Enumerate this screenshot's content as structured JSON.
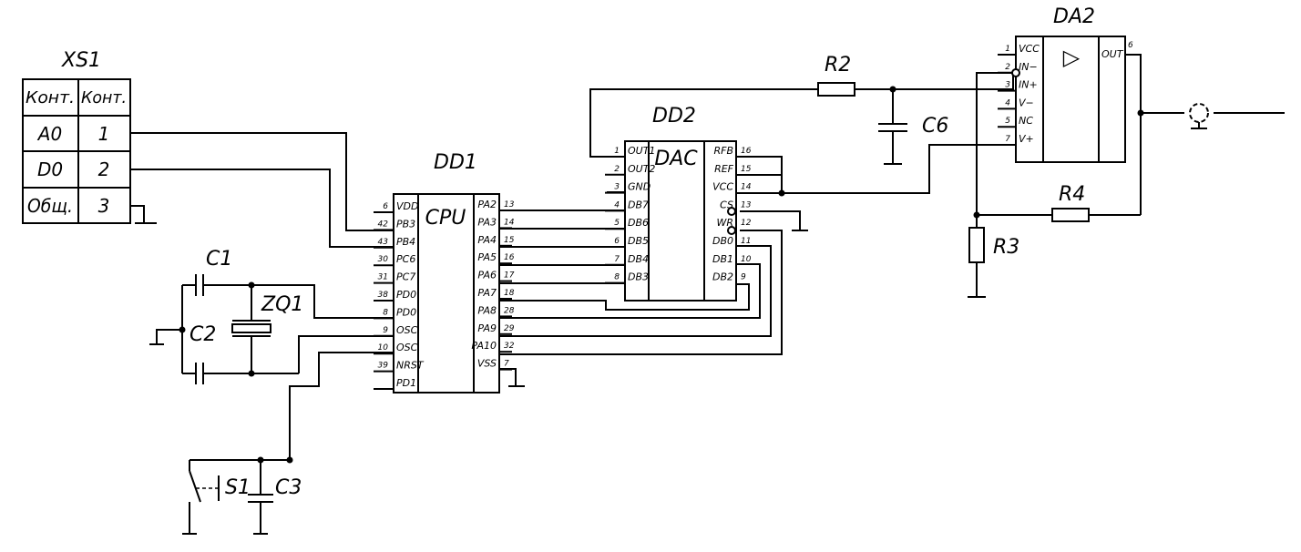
{
  "xs1": {
    "ref": "XS1",
    "header": [
      "Конт.",
      "Конт."
    ],
    "rows": [
      [
        "A0",
        "1"
      ],
      [
        "D0",
        "2"
      ],
      [
        "Общ.",
        "3"
      ]
    ]
  },
  "dd1": {
    "ref": "DD1",
    "title": "CPU",
    "left_pins": [
      {
        "num": "6",
        "name": "VDD"
      },
      {
        "num": "42",
        "name": "PB3"
      },
      {
        "num": "43",
        "name": "PB4"
      },
      {
        "num": "30",
        "name": "PC6"
      },
      {
        "num": "31",
        "name": "PC7"
      },
      {
        "num": "38",
        "name": "PD0"
      },
      {
        "num": "8",
        "name": "PD0"
      },
      {
        "num": "9",
        "name": "OSC"
      },
      {
        "num": "10",
        "name": "OSC"
      },
      {
        "num": "39",
        "name": "NRST"
      },
      {
        "num": "",
        "name": "PD1"
      }
    ],
    "right_pins": [
      {
        "num": "13",
        "name": "PA2"
      },
      {
        "num": "14",
        "name": "PA3"
      },
      {
        "num": "15",
        "name": "PA4"
      },
      {
        "num": "16",
        "name": "PA5"
      },
      {
        "num": "17",
        "name": "PA6"
      },
      {
        "num": "18",
        "name": "PA7"
      },
      {
        "num": "28",
        "name": "PA8"
      },
      {
        "num": "29",
        "name": "PA9"
      },
      {
        "num": "32",
        "name": "PA10"
      },
      {
        "num": "7",
        "name": "VSS"
      }
    ]
  },
  "dd2": {
    "ref": "DD2",
    "title": "DAC",
    "left_pins": [
      {
        "num": "1",
        "name": "OUT1"
      },
      {
        "num": "2",
        "name": "OUT2"
      },
      {
        "num": "3",
        "name": "GND"
      },
      {
        "num": "4",
        "name": "DB7"
      },
      {
        "num": "5",
        "name": "DB6"
      },
      {
        "num": "6",
        "name": "DB5"
      },
      {
        "num": "7",
        "name": "DB4"
      },
      {
        "num": "8",
        "name": "DB3"
      }
    ],
    "right_pins": [
      {
        "num": "16",
        "name": "RFB"
      },
      {
        "num": "15",
        "name": "REF"
      },
      {
        "num": "14",
        "name": "VCC"
      },
      {
        "num": "13",
        "name": "CS"
      },
      {
        "num": "12",
        "name": "WR"
      },
      {
        "num": "11",
        "name": "DB0"
      },
      {
        "num": "10",
        "name": "DB1"
      },
      {
        "num": "9",
        "name": "DB2"
      }
    ]
  },
  "da2": {
    "ref": "DA2",
    "left_pins": [
      {
        "num": "1",
        "name": "VCC"
      },
      {
        "num": "2",
        "name": "IN−"
      },
      {
        "num": "3",
        "name": "IN+"
      },
      {
        "num": "4",
        "name": "V−"
      },
      {
        "num": "5",
        "name": "NC"
      },
      {
        "num": "7",
        "name": "V+"
      }
    ],
    "out_pin": {
      "num": "6",
      "name": "OUT"
    },
    "symbol": "▷"
  },
  "components": {
    "r2": "R2",
    "r3": "R3",
    "r4": "R4",
    "c1": "C1",
    "c2": "C2",
    "c3": "C3",
    "c6": "C6",
    "zq1": "ZQ1",
    "s1": "S1"
  }
}
